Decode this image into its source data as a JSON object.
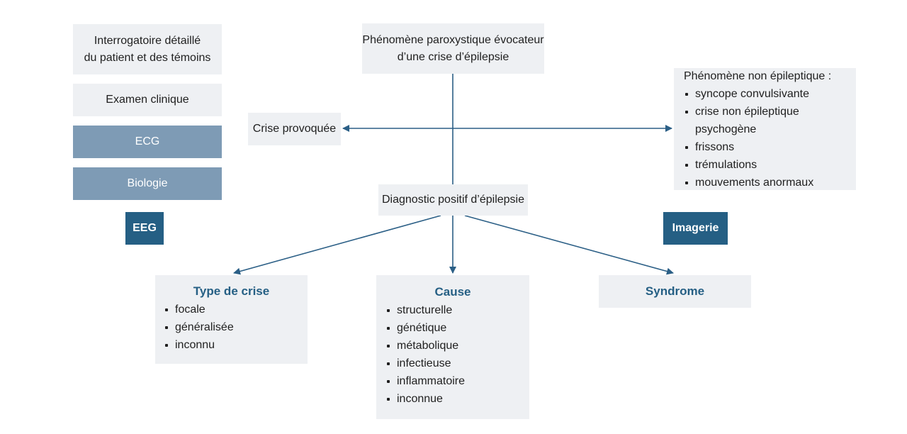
{
  "left_panel": {
    "history": [
      "Interrogatoire détaillé",
      "du patient et des témoins"
    ],
    "exam": "Examen clinique",
    "ecg": "ECG",
    "biology": "Biologie",
    "eeg": "EEG"
  },
  "top_node": [
    "Phénomène paroxystique évocateur",
    "d’une crise d’épilepsie"
  ],
  "provoked": "Crise provoquée",
  "non_epileptic": {
    "title": "Phénomène non épileptique :",
    "items": [
      "syncope convulsivante",
      "crise non épileptique psychogène",
      "frissons",
      "trémulations",
      "mouvements anormaux"
    ]
  },
  "positive_diagnosis": "Diagnostic positif d’épilepsie",
  "imaging": "Imagerie",
  "seizure_type": {
    "title": "Type de crise",
    "items": [
      "focale",
      "généralisée",
      "inconnu"
    ]
  },
  "cause": {
    "title": "Cause",
    "items": [
      "structurelle",
      "génétique",
      "métabolique",
      "infectieuse",
      "inflammatoire",
      "inconnue"
    ]
  },
  "syndrome": {
    "title": "Syndrome"
  },
  "colors": {
    "box_grey": "#eef0f3",
    "box_mid": "#7e9bb5",
    "box_dark": "#255f84",
    "arrow": "#2b5f86"
  }
}
